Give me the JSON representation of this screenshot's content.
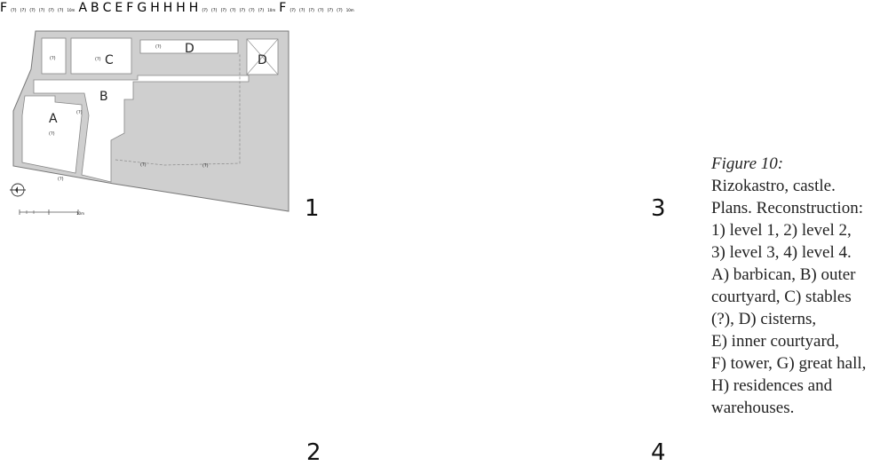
{
  "plans": [
    {
      "id": "1",
      "number": "1",
      "labels": {
        "A": "A",
        "B": "B",
        "C": "C",
        "D1": "D",
        "D2": "D"
      },
      "qmark": "(?)",
      "scale_end": "10m"
    },
    {
      "id": "2",
      "number": "2",
      "labels": {
        "A": "A",
        "B": "B",
        "C": "C",
        "E": "E",
        "F": "F",
        "G": "G",
        "H1": "H",
        "H2": "H",
        "H3": "H",
        "H4": "H"
      },
      "qmark": "(?)",
      "scale_end": "10m"
    },
    {
      "id": "3",
      "number": "3",
      "labels": {
        "F": "F"
      },
      "qmark": "(?)",
      "scale_end": "10m"
    },
    {
      "id": "4",
      "number": "4",
      "labels": {
        "F": "F"
      },
      "qmark": "(?)",
      "scale_end": "10m"
    }
  ],
  "caption": {
    "title": "Figure 10:",
    "lines": [
      "Rizokastro, castle.",
      "Plans. Reconstruction:",
      "1) level 1, 2) level 2,",
      "3) level 3, 4) level 4.",
      "A) barbican, B) outer",
      "courtyard, C) stables",
      "(?), D) cisterns,",
      "E) inner courtyard,",
      "F) tower, G) great hall,",
      "H) residences and",
      "warehouses."
    ]
  },
  "colors": {
    "wall_fill": "#cfcfcf",
    "wall_stroke": "#777777",
    "dashed": "#999999",
    "text": "#222222"
  }
}
